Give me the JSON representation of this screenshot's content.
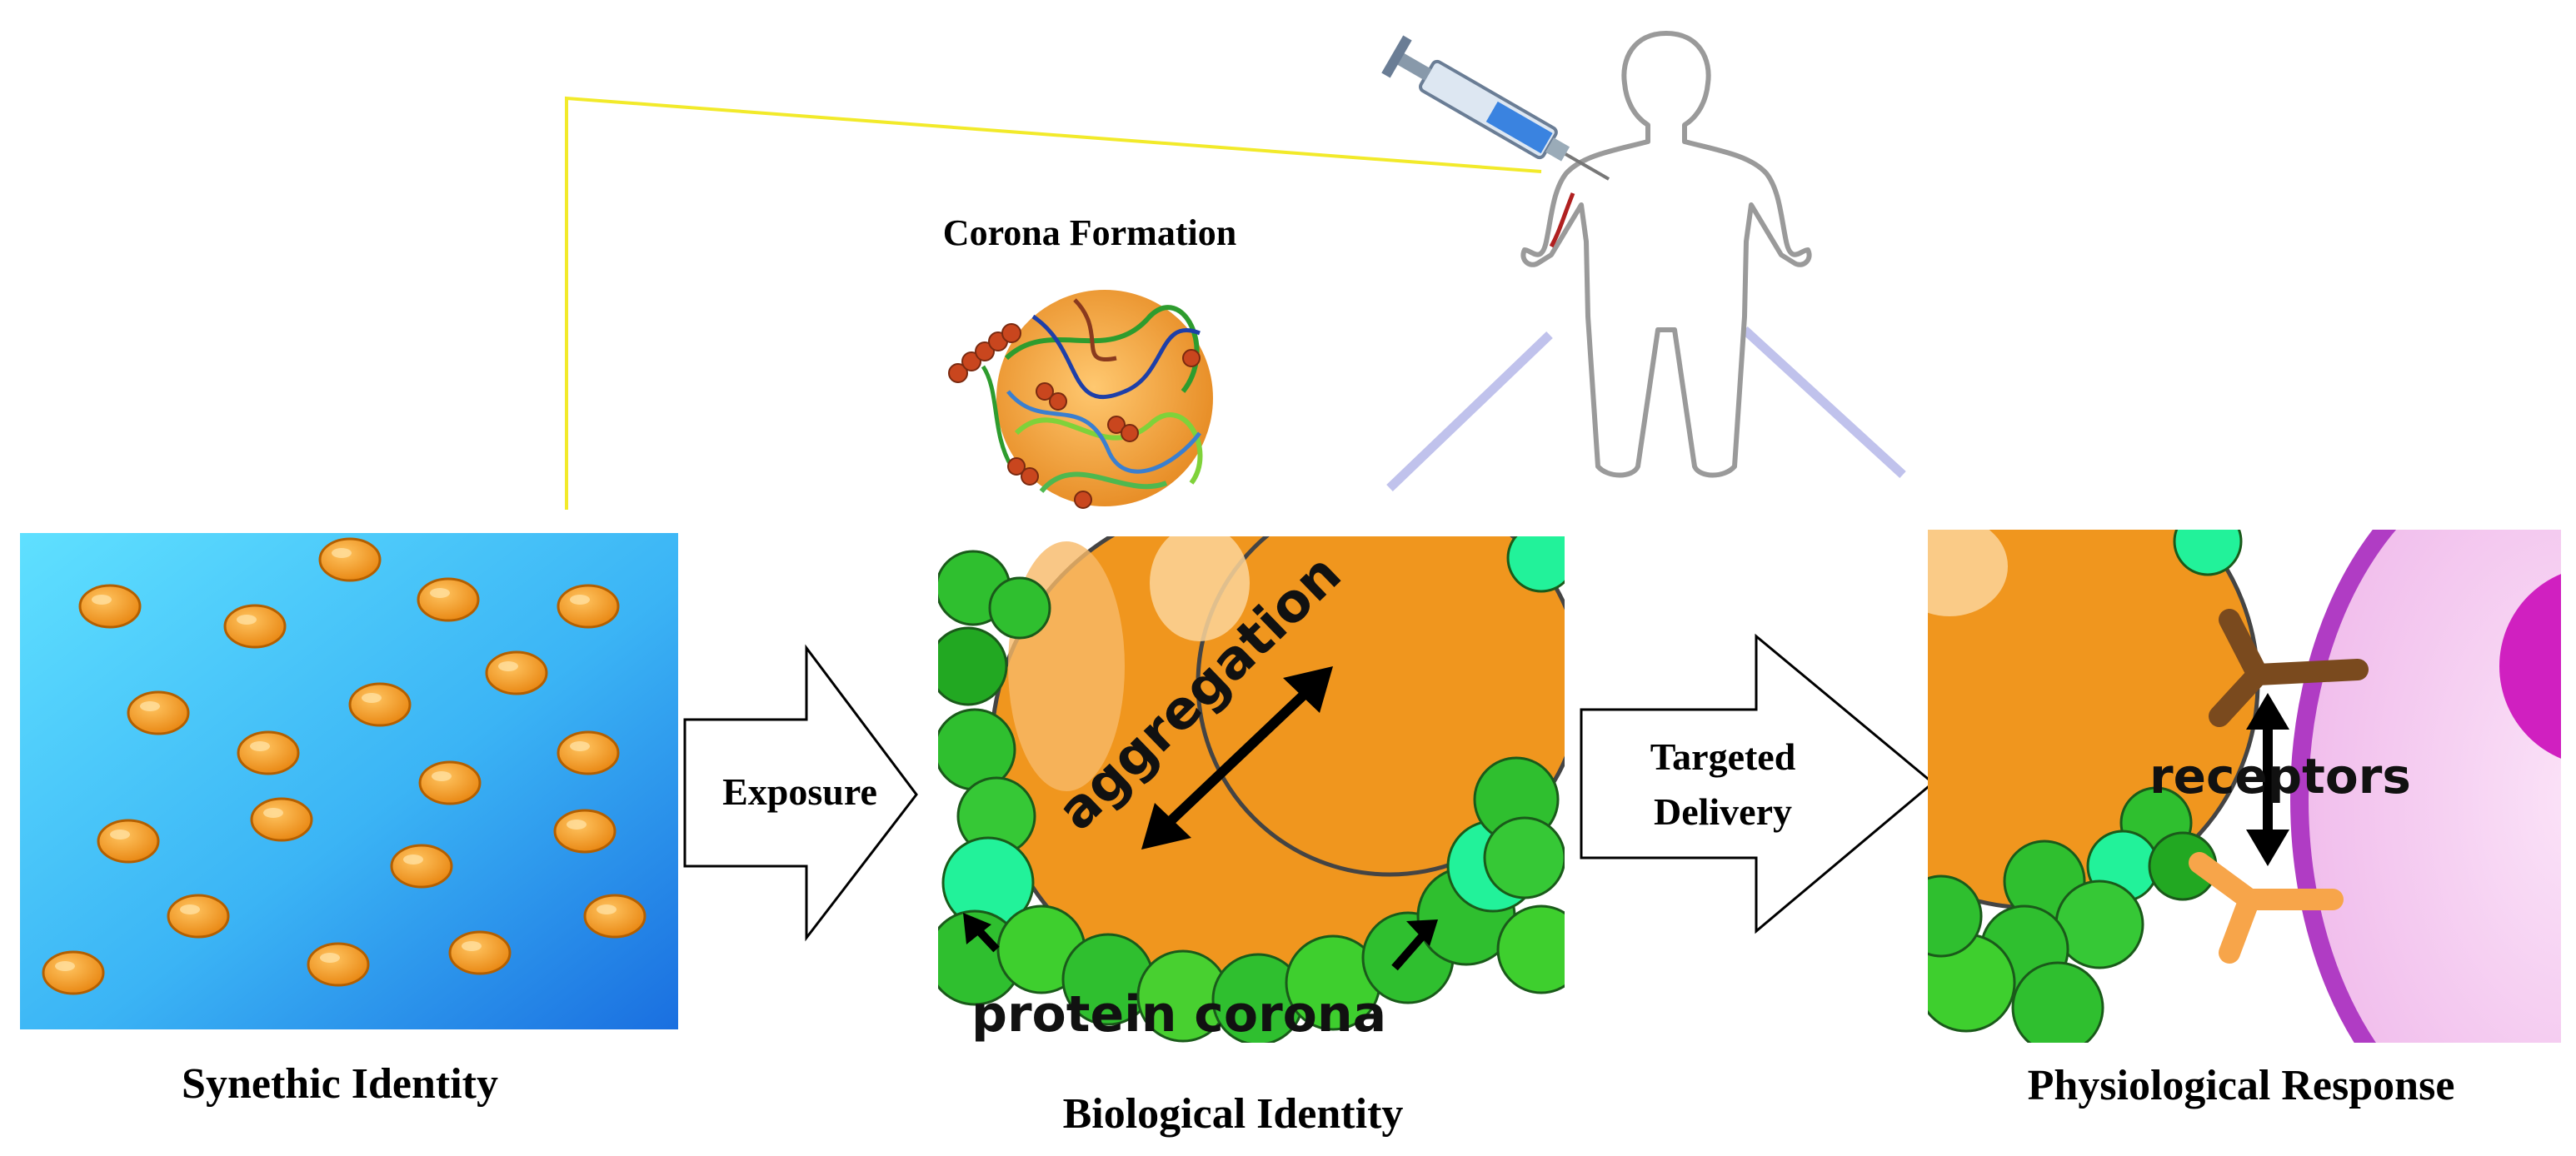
{
  "labels": {
    "corona_formation": "Corona Formation",
    "exposure": "Exposure",
    "targeted": "Targeted",
    "delivery": "Delivery",
    "aggregation": "aggregation",
    "protein_corona": "protein corona",
    "receptors": "receptors",
    "synthetic_identity": "Synethic Identity",
    "biological_identity": "Biological Identity",
    "physiological_response": "Physiological Response"
  },
  "colors": {
    "nanoparticle": "#f0961e",
    "panel_blue_light": "#5fe0ff",
    "panel_blue_dark": "#1a6fe0",
    "protein_green": "#2fbf2f",
    "protein_mint": "#22f29a",
    "cell_membrane": "#b03cc4",
    "cell_interior": "#f4c8f0",
    "receptor_brown": "#7a4a1e",
    "receptor_orange": "#f7a54a",
    "connector_yellow": "#f2ea2a",
    "connector_lavender": "#c0c2ec"
  },
  "icons": [
    "human-outline-icon",
    "syringe-icon",
    "protein-corona-icon",
    "block-arrow-icon"
  ]
}
